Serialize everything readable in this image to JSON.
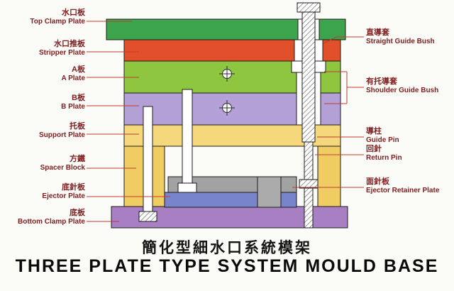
{
  "title": {
    "cn": "簡化型細水口系統模架",
    "en": "THREE PLATE TYPE SYSTEM MOULD BASE"
  },
  "left_labels": [
    {
      "cn": "水口板",
      "en": "Top Clamp Plate"
    },
    {
      "cn": "水口推板",
      "en": "Stripper Plate"
    },
    {
      "cn": "A板",
      "en": "A Plate"
    },
    {
      "cn": "B板",
      "en": "B Plate"
    },
    {
      "cn": "托板",
      "en": "Support Plate"
    },
    {
      "cn": "方鐵",
      "en": "Spacer Block"
    },
    {
      "cn": "底針板",
      "en": "Ejector Plate"
    },
    {
      "cn": "底板",
      "en": "Bottom Clamp Plate"
    }
  ],
  "right_labels": [
    {
      "cn": "直導套",
      "en": "Straight Guide Bush"
    },
    {
      "cn": "有托導套",
      "en": "Shoulder Guide Bush"
    },
    {
      "cn": "導柱",
      "en": "Guide Pin"
    },
    {
      "cn": "回針",
      "en": "Return Pin"
    },
    {
      "cn": "面針板",
      "en": "Ejector Retainer Plate"
    }
  ],
  "colors": {
    "top_clamp_plate": "#3ba44c",
    "stripper_plate": "#e1502a",
    "a_plate": "#8ec63f",
    "b_plate": "#b2a0d6",
    "support_plate": "#f6d87c",
    "spacer_block": "#f0cd62",
    "ejector_retainer_plate": "#a2a2a2",
    "support_pillar": "#ababab",
    "ejector_plate": "#7985cb",
    "bottom_clamp_plate": "#a77fc2",
    "label_text": "#7f1e1e",
    "leader_line": "#c23b2e"
  }
}
